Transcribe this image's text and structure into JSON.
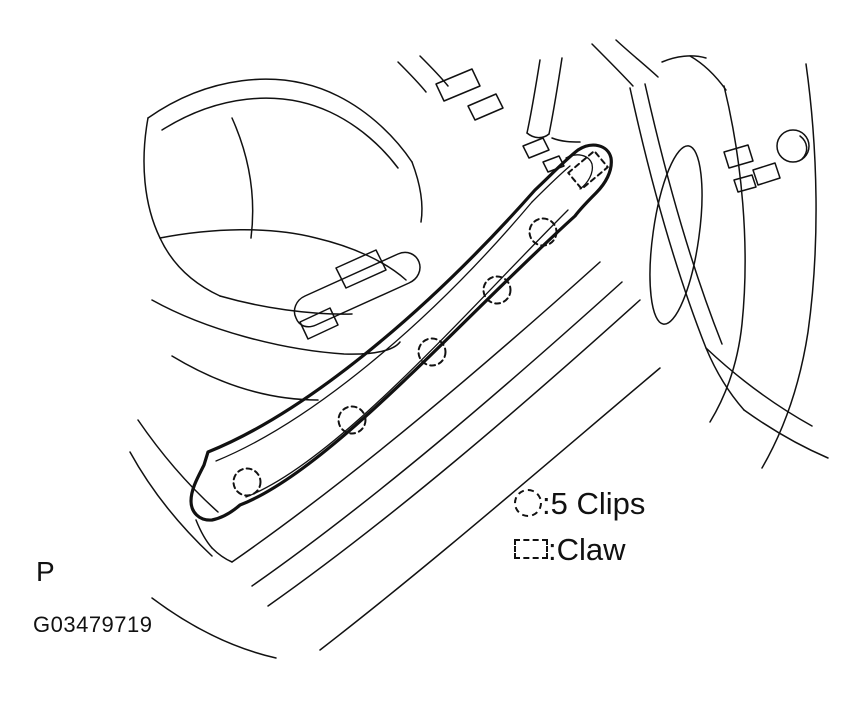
{
  "figure": {
    "panel_label": "P",
    "figure_id": "G03479719"
  },
  "legend": {
    "items": [
      {
        "symbol": "dashed-circle",
        "label": ":5 Clips",
        "count": 5
      },
      {
        "symbol": "dashed-rect",
        "label": ":Claw",
        "count": 1
      }
    ]
  },
  "markers": {
    "clip_positions": [
      [
        247,
        482
      ],
      [
        352,
        420
      ],
      [
        432,
        352
      ],
      [
        497,
        290
      ],
      [
        543,
        232
      ]
    ],
    "claw_position": [
      588,
      170
    ]
  },
  "colors": {
    "line": "#111111",
    "background": "#ffffff"
  }
}
